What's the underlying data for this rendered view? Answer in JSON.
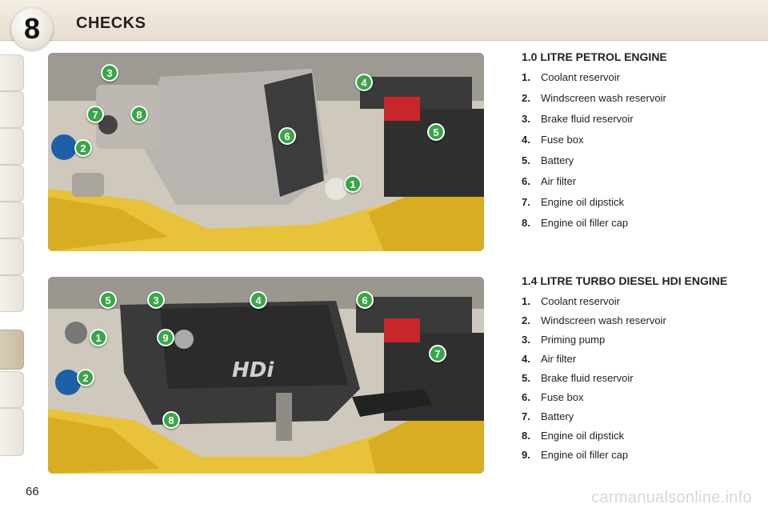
{
  "header": {
    "chapter_number": "8",
    "chapter_title": "CHECKS"
  },
  "page_number": "66",
  "watermark": "carmanualsonline.info",
  "sections": [
    {
      "title": "1.0 LITRE PETROL ENGINE",
      "items": [
        {
          "num": "1.",
          "label": "Coolant reservoir"
        },
        {
          "num": "2.",
          "label": "Windscreen wash reservoir"
        },
        {
          "num": "3.",
          "label": "Brake fluid reservoir"
        },
        {
          "num": "4.",
          "label": "Fuse box"
        },
        {
          "num": "5.",
          "label": "Battery"
        },
        {
          "num": "6.",
          "label": "Air filter"
        },
        {
          "num": "7.",
          "label": "Engine oil dipstick"
        },
        {
          "num": "8.",
          "label": "Engine oil filler cap"
        }
      ],
      "callouts": [
        "1",
        "2",
        "3",
        "4",
        "5",
        "6",
        "7",
        "8"
      ]
    },
    {
      "title": "1.4 LITRE TURBO DIESEL HDI ENGINE",
      "items": [
        {
          "num": "1.",
          "label": "Coolant reservoir"
        },
        {
          "num": "2.",
          "label": "Windscreen wash reservoir"
        },
        {
          "num": "3.",
          "label": "Priming pump"
        },
        {
          "num": "4.",
          "label": "Air filter"
        },
        {
          "num": "5.",
          "label": "Brake fluid reservoir"
        },
        {
          "num": "6.",
          "label": "Fuse box"
        },
        {
          "num": "7.",
          "label": "Battery"
        },
        {
          "num": "8.",
          "label": "Engine oil dipstick"
        },
        {
          "num": "9.",
          "label": "Engine oil filler cap"
        }
      ],
      "callouts": [
        "1",
        "2",
        "3",
        "4",
        "5",
        "6",
        "7",
        "8",
        "9"
      ],
      "cover_logo": "HDi"
    }
  ],
  "colors": {
    "callout_green": "#3aa548",
    "body_yellow": "#e8c23a",
    "battery_red": "#c8262a",
    "reservoir_blue": "#1f5fa8"
  }
}
